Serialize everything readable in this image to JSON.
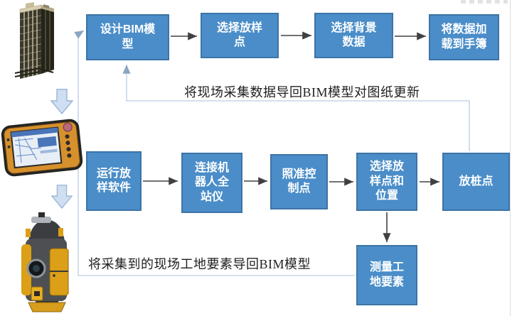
{
  "colors": {
    "box-fill": "#4a8dc8",
    "box-border": "#3c74a6",
    "connector": "#404040",
    "loop-line": "#c6d6e8",
    "loop-arrow": "#8ca6c0",
    "block-arrow-fill": "#cfdef1",
    "block-arrow-border": "#9ab4d6"
  },
  "flow": {
    "top_row": [
      {
        "label": "设计BIM模\n型"
      },
      {
        "label": "选择放样\n点"
      },
      {
        "label": "选择背景\n数据"
      },
      {
        "label": "将数据加\n载到手簿"
      }
    ],
    "middle_row": [
      {
        "label": "运行放\n样软件"
      },
      {
        "label": "连接机\n器人全\n站仪"
      },
      {
        "label": "照准控\n制点"
      },
      {
        "label": "选择放\n样点和\n位置"
      },
      {
        "label": "放桩点"
      }
    ],
    "bottom_box": {
      "label": "测量工\n地要素"
    },
    "feedback_top_label": "将现场采集数据导回BIM模型对图纸更新",
    "feedback_bottom_label": "将采集到的现场工地要素导回BIM模型"
  },
  "left_column": {
    "items": [
      {
        "icon": "bim-building-3d-model"
      },
      {
        "icon": "down-block-arrow"
      },
      {
        "icon": "rugged-field-tablet"
      },
      {
        "icon": "down-block-arrow"
      },
      {
        "icon": "robotic-total-station"
      }
    ]
  }
}
